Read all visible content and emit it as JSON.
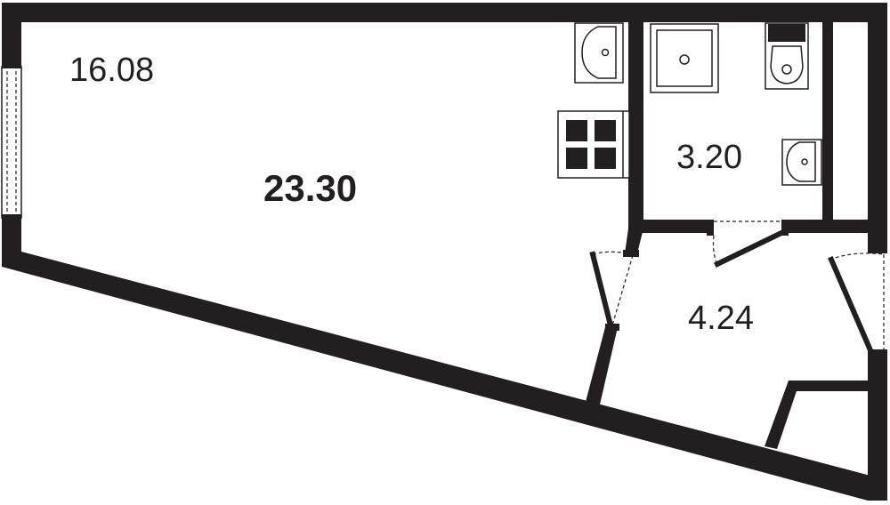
{
  "rooms": {
    "total_area": "23.30",
    "living_area": "16.08",
    "bathroom_area": "3.20",
    "hallway_area": "4.24"
  },
  "colors": {
    "wall": "#231f20",
    "background": "#ffffff"
  },
  "icons": [
    "kitchen-sink-icon",
    "stove-icon",
    "shower-tray-icon",
    "toilet-icon",
    "washbasin-icon",
    "window-icon",
    "door-icon"
  ]
}
